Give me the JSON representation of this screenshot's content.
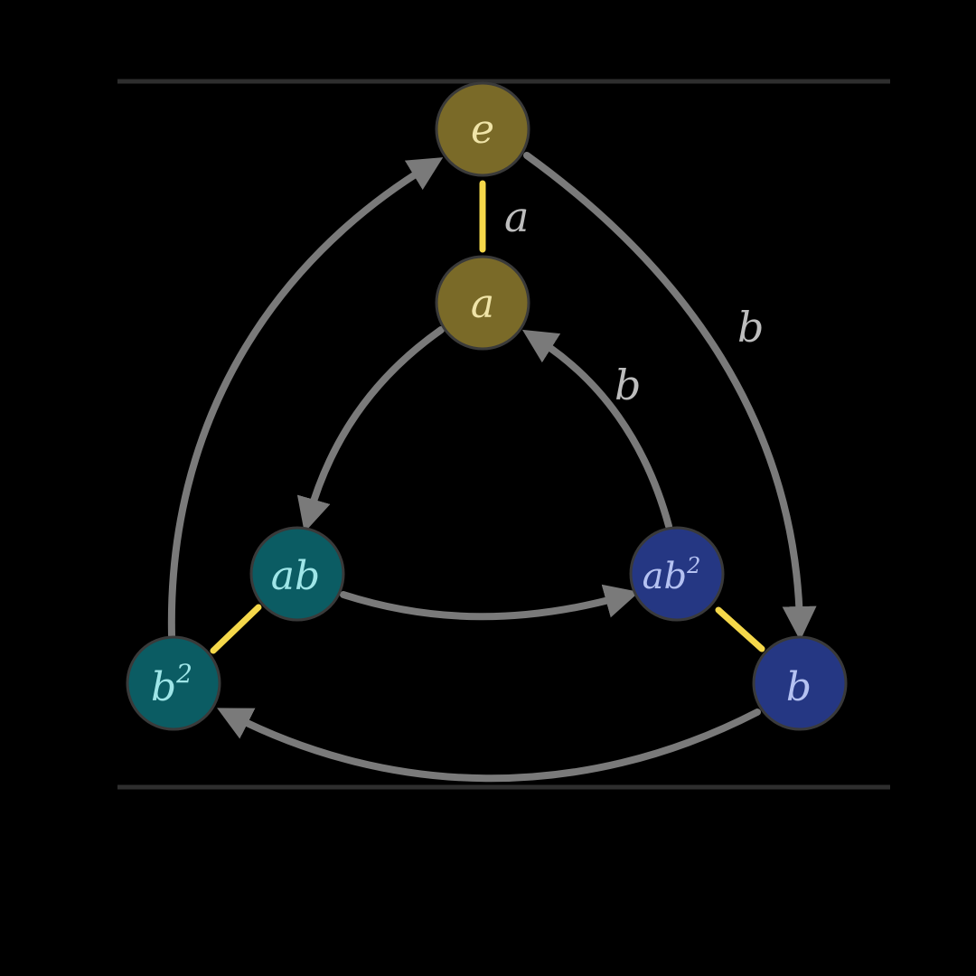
{
  "colors": {
    "background": "#000000",
    "rule_line": "#2e2e2e",
    "arrow": "#7a7a7a",
    "generator_a_edge": "#f5d84a",
    "node_border": "#3a3a3a",
    "olive_fill": "#7a6a28",
    "olive_text": "#f0e4a8",
    "teal_fill": "#0b5c63",
    "teal_text": "#9fe6e8",
    "blue_fill": "#253783",
    "blue_text": "#b5c2f2"
  },
  "nodes": [
    {
      "id": "e",
      "base": "e",
      "sup": "",
      "group": "olive"
    },
    {
      "id": "a",
      "base": "a",
      "sup": "",
      "group": "olive"
    },
    {
      "id": "ab",
      "base": "ab",
      "sup": "",
      "group": "teal"
    },
    {
      "id": "ab2",
      "base": "ab",
      "sup": "2",
      "group": "blue"
    },
    {
      "id": "b2",
      "base": "b",
      "sup": "2",
      "group": "teal"
    },
    {
      "id": "b",
      "base": "b",
      "sup": "",
      "group": "blue"
    }
  ],
  "edge_labels": {
    "e_a": "a",
    "e_b": "b",
    "ab2_a": "b"
  },
  "edges": [
    {
      "from": "e",
      "to": "a",
      "generator": "a",
      "directed": false
    },
    {
      "from": "ab",
      "to": "b2",
      "generator": "a",
      "directed": false
    },
    {
      "from": "ab2",
      "to": "b",
      "generator": "a",
      "directed": false
    },
    {
      "from": "e",
      "to": "b",
      "generator": "b",
      "directed": true
    },
    {
      "from": "b",
      "to": "b2",
      "generator": "b",
      "directed": true
    },
    {
      "from": "b2",
      "to": "e",
      "generator": "b",
      "directed": true
    },
    {
      "from": "a",
      "to": "ab",
      "generator": "b",
      "directed": true
    },
    {
      "from": "ab",
      "to": "ab2",
      "generator": "b",
      "directed": true
    },
    {
      "from": "ab2",
      "to": "a",
      "generator": "b",
      "directed": true
    }
  ]
}
